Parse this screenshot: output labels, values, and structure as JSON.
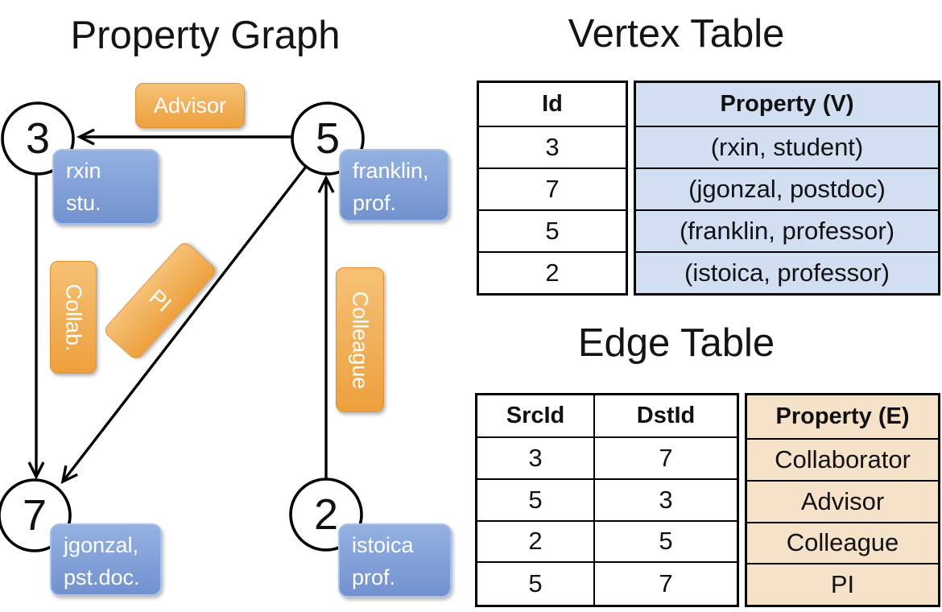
{
  "colors": {
    "edge_label_orange": "#efa64b",
    "vertex_box_blue": "#83a3d8",
    "vertex_table_cell_bg": "#d2def1",
    "edge_table_cell_bg": "#f6e2c8",
    "line_black": "#000000"
  },
  "graph": {
    "title": "Property Graph",
    "nodes": [
      {
        "id": "3"
      },
      {
        "id": "5"
      },
      {
        "id": "7"
      },
      {
        "id": "2"
      }
    ],
    "node_properties": [
      {
        "line1": "rxin",
        "line2": "stu."
      },
      {
        "line1": "franklin,",
        "line2": "prof."
      },
      {
        "line1": "jgonzal,",
        "line2": "pst.doc."
      },
      {
        "line1": "istoica",
        "line2": "prof."
      }
    ],
    "edge_labels": [
      {
        "label": "Advisor"
      },
      {
        "label": "Collab."
      },
      {
        "label": "PI"
      },
      {
        "label": "Colleague"
      }
    ]
  },
  "vertex_table": {
    "title": "Vertex Table",
    "headers": {
      "id": "Id",
      "property": "Property (V)"
    },
    "rows": [
      {
        "id": "3",
        "property": "(rxin, student)"
      },
      {
        "id": "7",
        "property": "(jgonzal, postdoc)"
      },
      {
        "id": "5",
        "property": "(franklin, professor)"
      },
      {
        "id": "2",
        "property": "(istoica, professor)"
      }
    ]
  },
  "edge_table": {
    "title": "Edge Table",
    "headers": {
      "src": "SrcId",
      "dst": "DstId",
      "property": "Property (E)"
    },
    "rows": [
      {
        "src": "3",
        "dst": "7",
        "property": "Collaborator"
      },
      {
        "src": "5",
        "dst": "3",
        "property": "Advisor"
      },
      {
        "src": "2",
        "dst": "5",
        "property": "Colleague"
      },
      {
        "src": "5",
        "dst": "7",
        "property": "PI"
      }
    ]
  }
}
